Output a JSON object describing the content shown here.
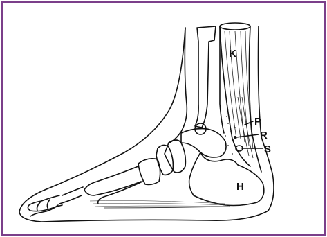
{
  "frame_color": "#7b3f8a",
  "labels": {
    "K": "K",
    "P": "P",
    "R": "R",
    "S": "S",
    "H": "H"
  }
}
